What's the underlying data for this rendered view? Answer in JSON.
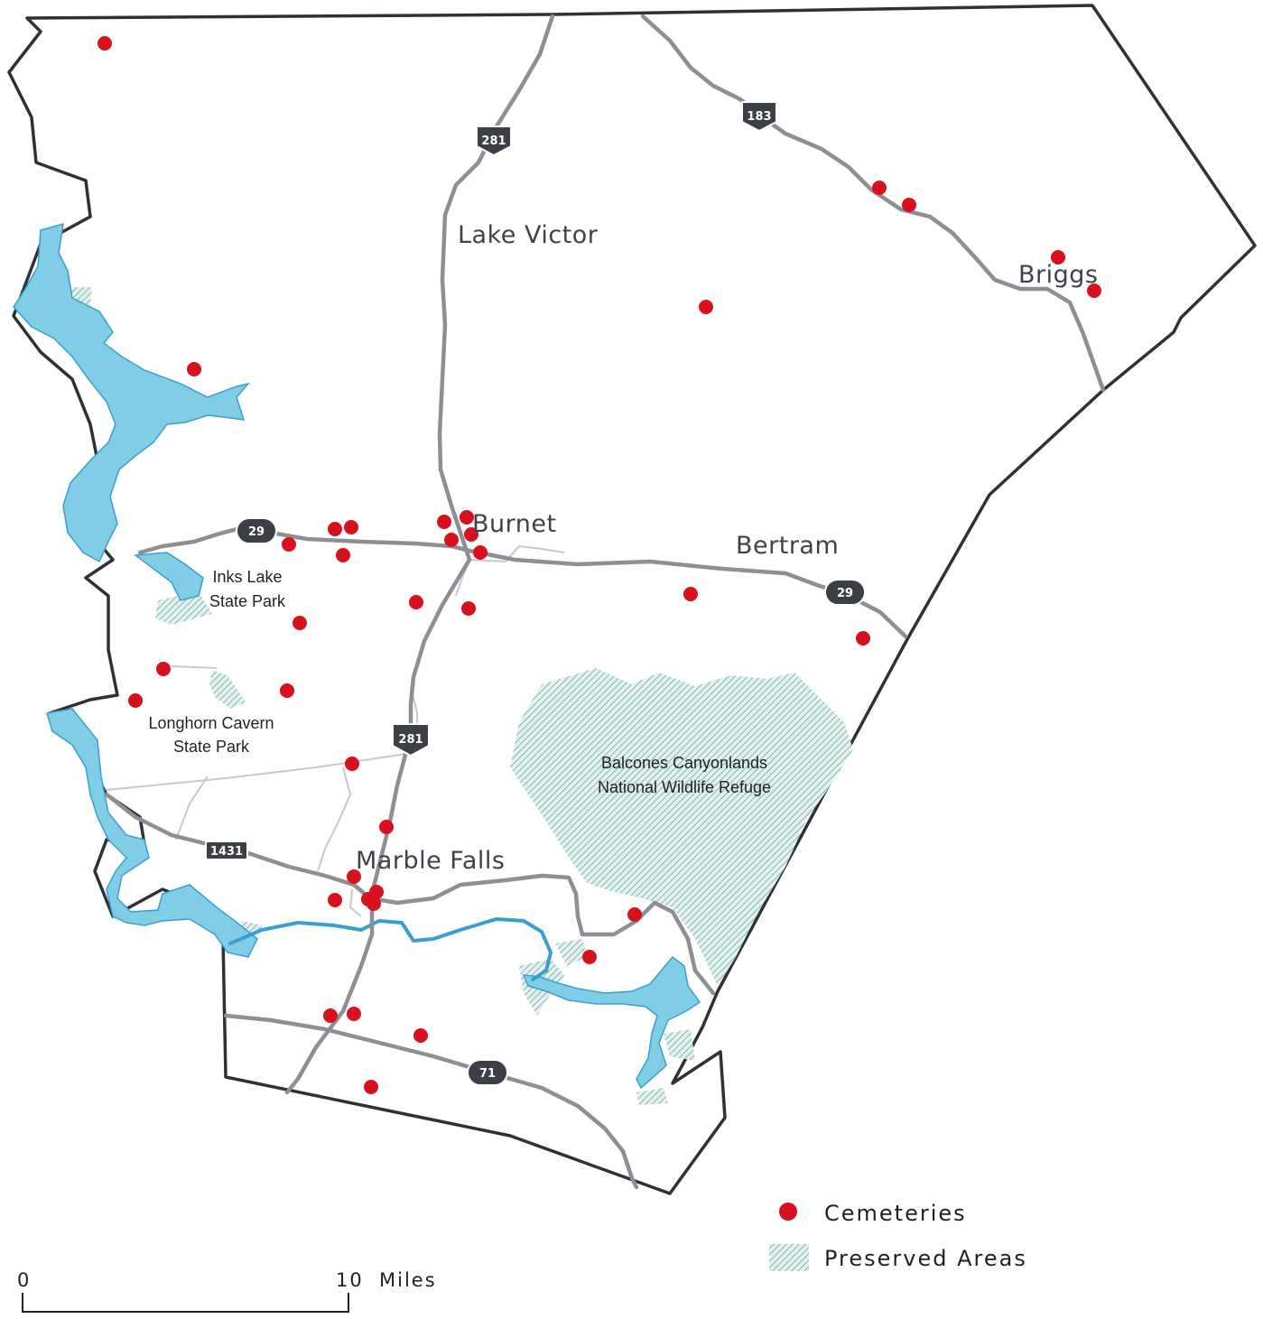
{
  "colors": {
    "boundary": "#2f3135",
    "road": "#8d8f95",
    "minor_road": "#c6c8cc",
    "water_fill": "#80cde6",
    "river": "#3a9fd0",
    "preserved": "#7fb8ad",
    "cemetery": "#d8111f",
    "shield": "#3c3f45"
  },
  "towns": {
    "lake_victor": "Lake Victor",
    "burnet": "Burnet",
    "bertram": "Bertram",
    "briggs": "Briggs",
    "marble_falls": "Marble Falls"
  },
  "parks": {
    "inks_line1": "Inks Lake",
    "inks_line2": "State Park",
    "longhorn_line1": "Longhorn Cavern",
    "longhorn_line2": "State Park",
    "balcones_line1": "Balcones Canyonlands",
    "balcones_line2": "National Wildlife Refuge"
  },
  "highways": {
    "us281_north": "281",
    "us183": "183",
    "sh29_west": "29",
    "sh29_east": "29",
    "us281_south": "281",
    "rm1431": "1431",
    "sh71": "71"
  },
  "legend": {
    "cemeteries": "Cemeteries",
    "preserved": "Preserved Areas"
  },
  "scale": {
    "start": "0",
    "end": "10",
    "unit": "Miles"
  }
}
